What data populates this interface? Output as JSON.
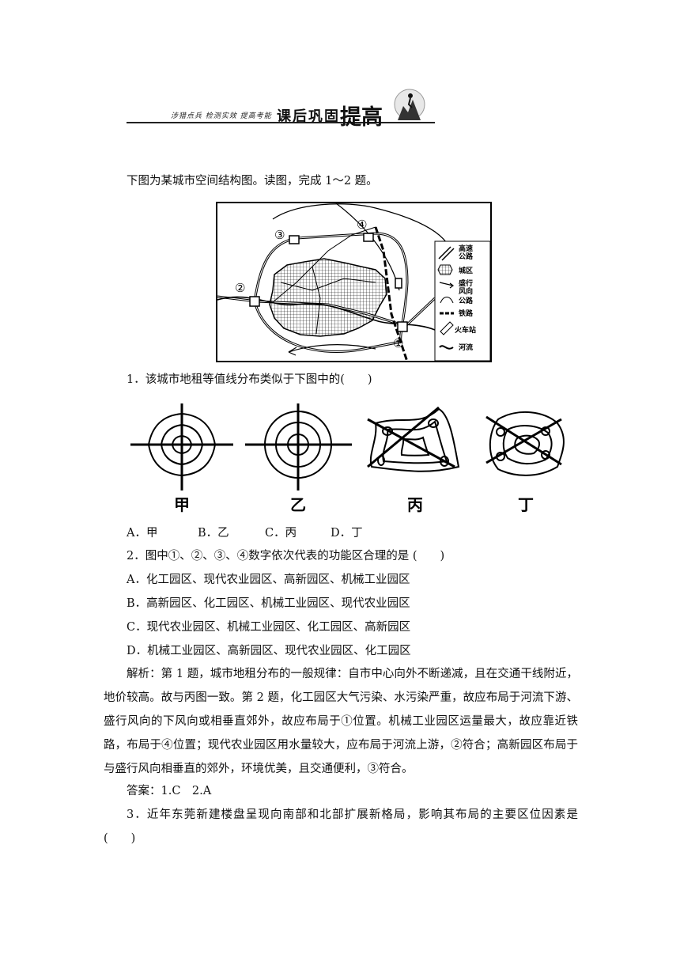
{
  "banner": {
    "left_text": "涉猎点兵 检测实效 提高考能",
    "title_small": "课后巩固",
    "title_big": "提高"
  },
  "intro": "下图为某城市空间结构图。读图，完成 1～2 题。",
  "map": {
    "markers": [
      "①",
      "②",
      "③",
      "④"
    ],
    "legend": [
      {
        "icon": "highway-icon",
        "label": "高速公路"
      },
      {
        "icon": "urban-area-icon",
        "label": "城区"
      },
      {
        "icon": "wind-direction-icon",
        "label": "盛行风向"
      },
      {
        "icon": "road-icon",
        "label": "公路"
      },
      {
        "icon": "railway-icon",
        "label": "铁路"
      },
      {
        "icon": "train-station-icon",
        "label": "火车站"
      },
      {
        "icon": "river-icon",
        "label": "河流"
      }
    ],
    "legend_lines": {
      "highway": [
        "高速",
        "公路"
      ],
      "urban": "城区",
      "wind": [
        "盛行",
        "风向"
      ],
      "road": [
        "公路"
      ],
      "railway": "铁路",
      "station": "火车站",
      "river": "河流"
    }
  },
  "q1": "1．该城市地租等值线分布类似于下图中的(　　)",
  "contour_labels": [
    "甲",
    "乙",
    "丙",
    "丁"
  ],
  "q1_options": {
    "a": "A．甲",
    "b": "B．乙",
    "c": "C．丙",
    "d": "D．丁"
  },
  "q2": "2．图中①、②、③、④数字依次代表的功能区合理的是 (　　)",
  "q2_options": [
    "A．化工园区、现代农业园区、高新园区、机械工业园区",
    "B．高新园区、化工园区、机械工业园区、现代农业园区",
    "C．现代农业园区、机械工业园区、化工园区、高新园区",
    "D．机械工业园区、高新园区、现代农业园区、化工园区"
  ],
  "analysis": "解析：第 1 题，城市地租分布的一般规律：自市中心向外不断递减，且在交通干线附近，地价较高。故与丙图一致。第 2 题，化工园区大气污染、水污染严重，故应布局于河流下游、盛行风向的下风向或相垂直郊外，故应布局于①位置。机械工业园区运量最大，故应靠近铁路，布局于④位置；现代农业园区用水量较大，应布局于河流上游，②符合；高新园区布局于与盛行风向相垂直的郊外，环境优美，且交通便利，③符合。",
  "answer": "答案：1.C　2.A",
  "q3": "3．近年东莞新建楼盘呈现向南部和北部扩展新格局，影响其布局的主要区位因素是(　　)"
}
